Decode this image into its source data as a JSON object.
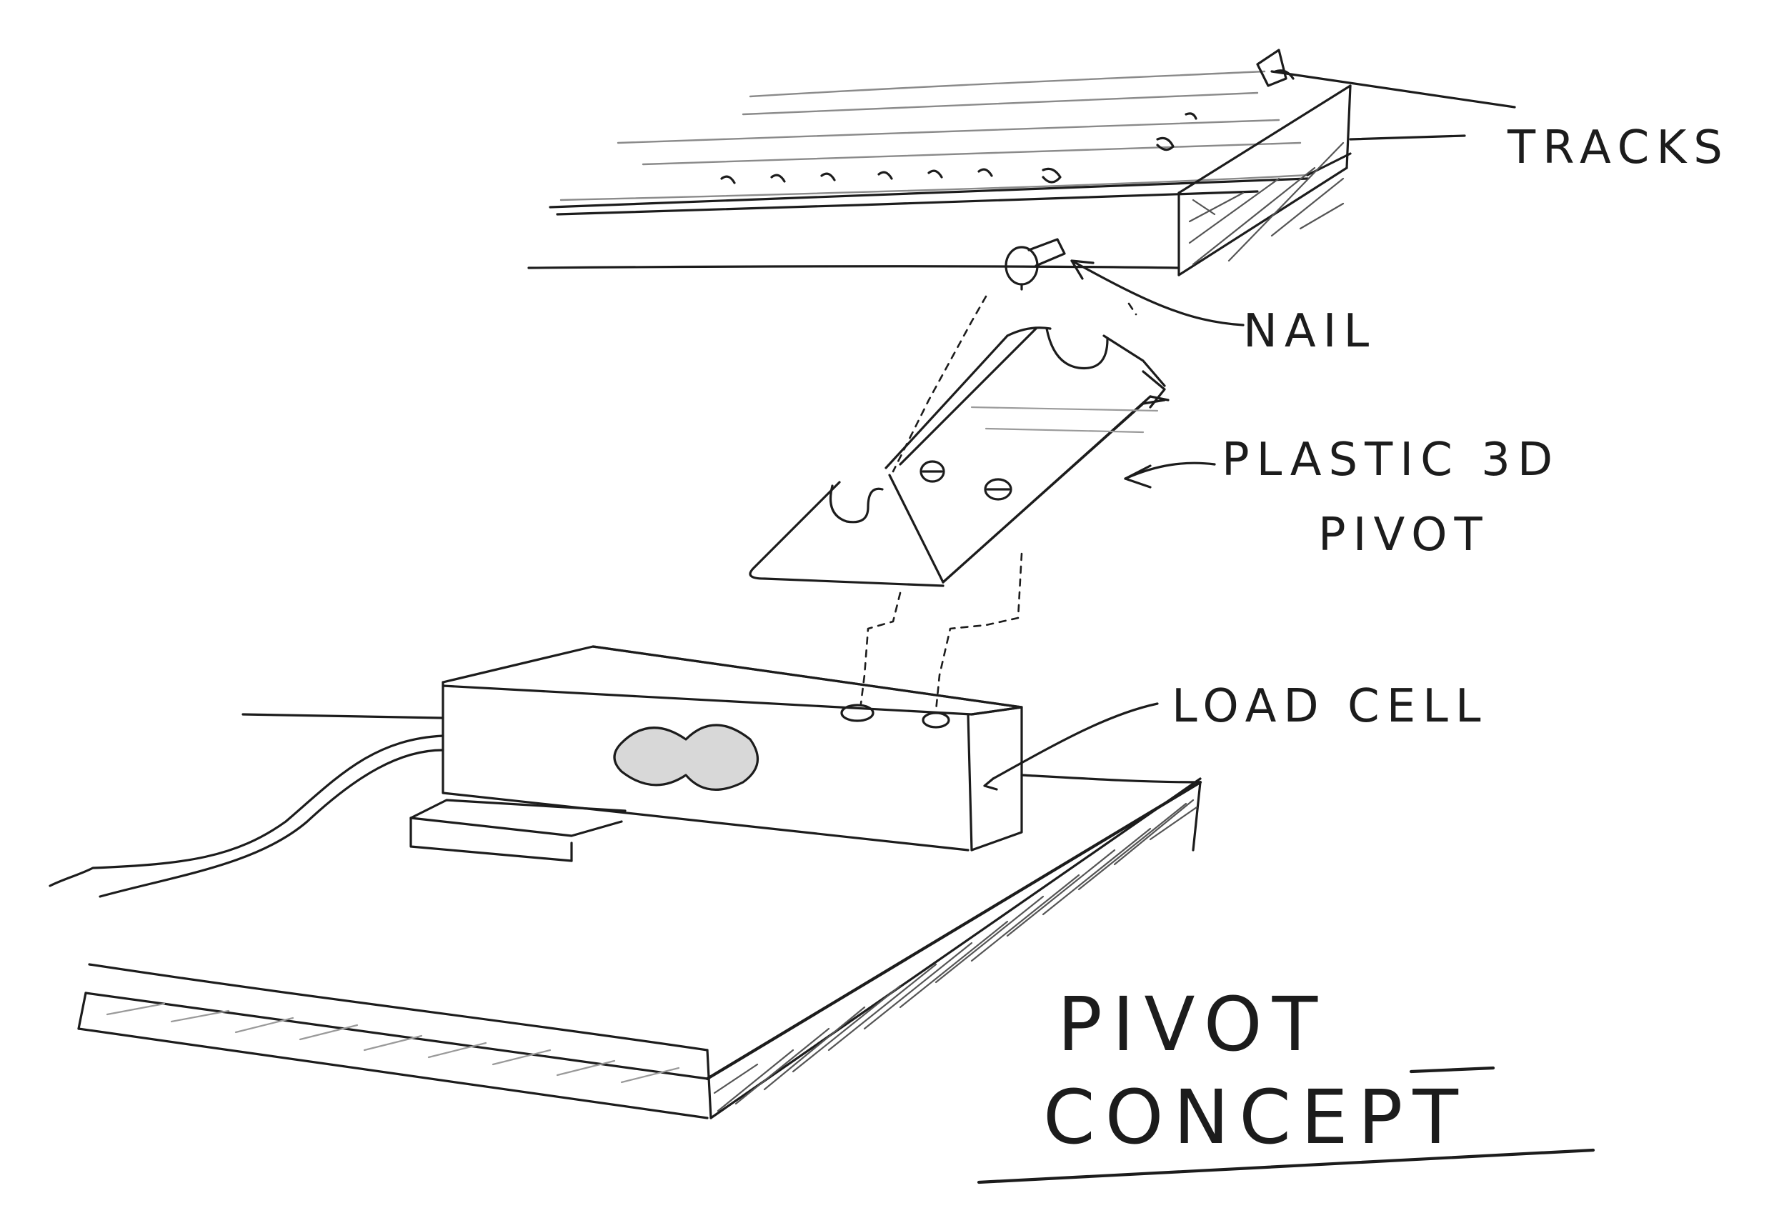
{
  "labels": {
    "tracks": "TRACKS",
    "nail": "NAIL",
    "pivot_line1": "PLASTIC 3D",
    "pivot_line2": "PIVOT",
    "load_cell": "LOAD CELL"
  },
  "title": {
    "line1": "PIVOT",
    "line2": "CONCEPT"
  },
  "colors": {
    "ink": "#1c1c1c",
    "paper": "#ffffff"
  }
}
